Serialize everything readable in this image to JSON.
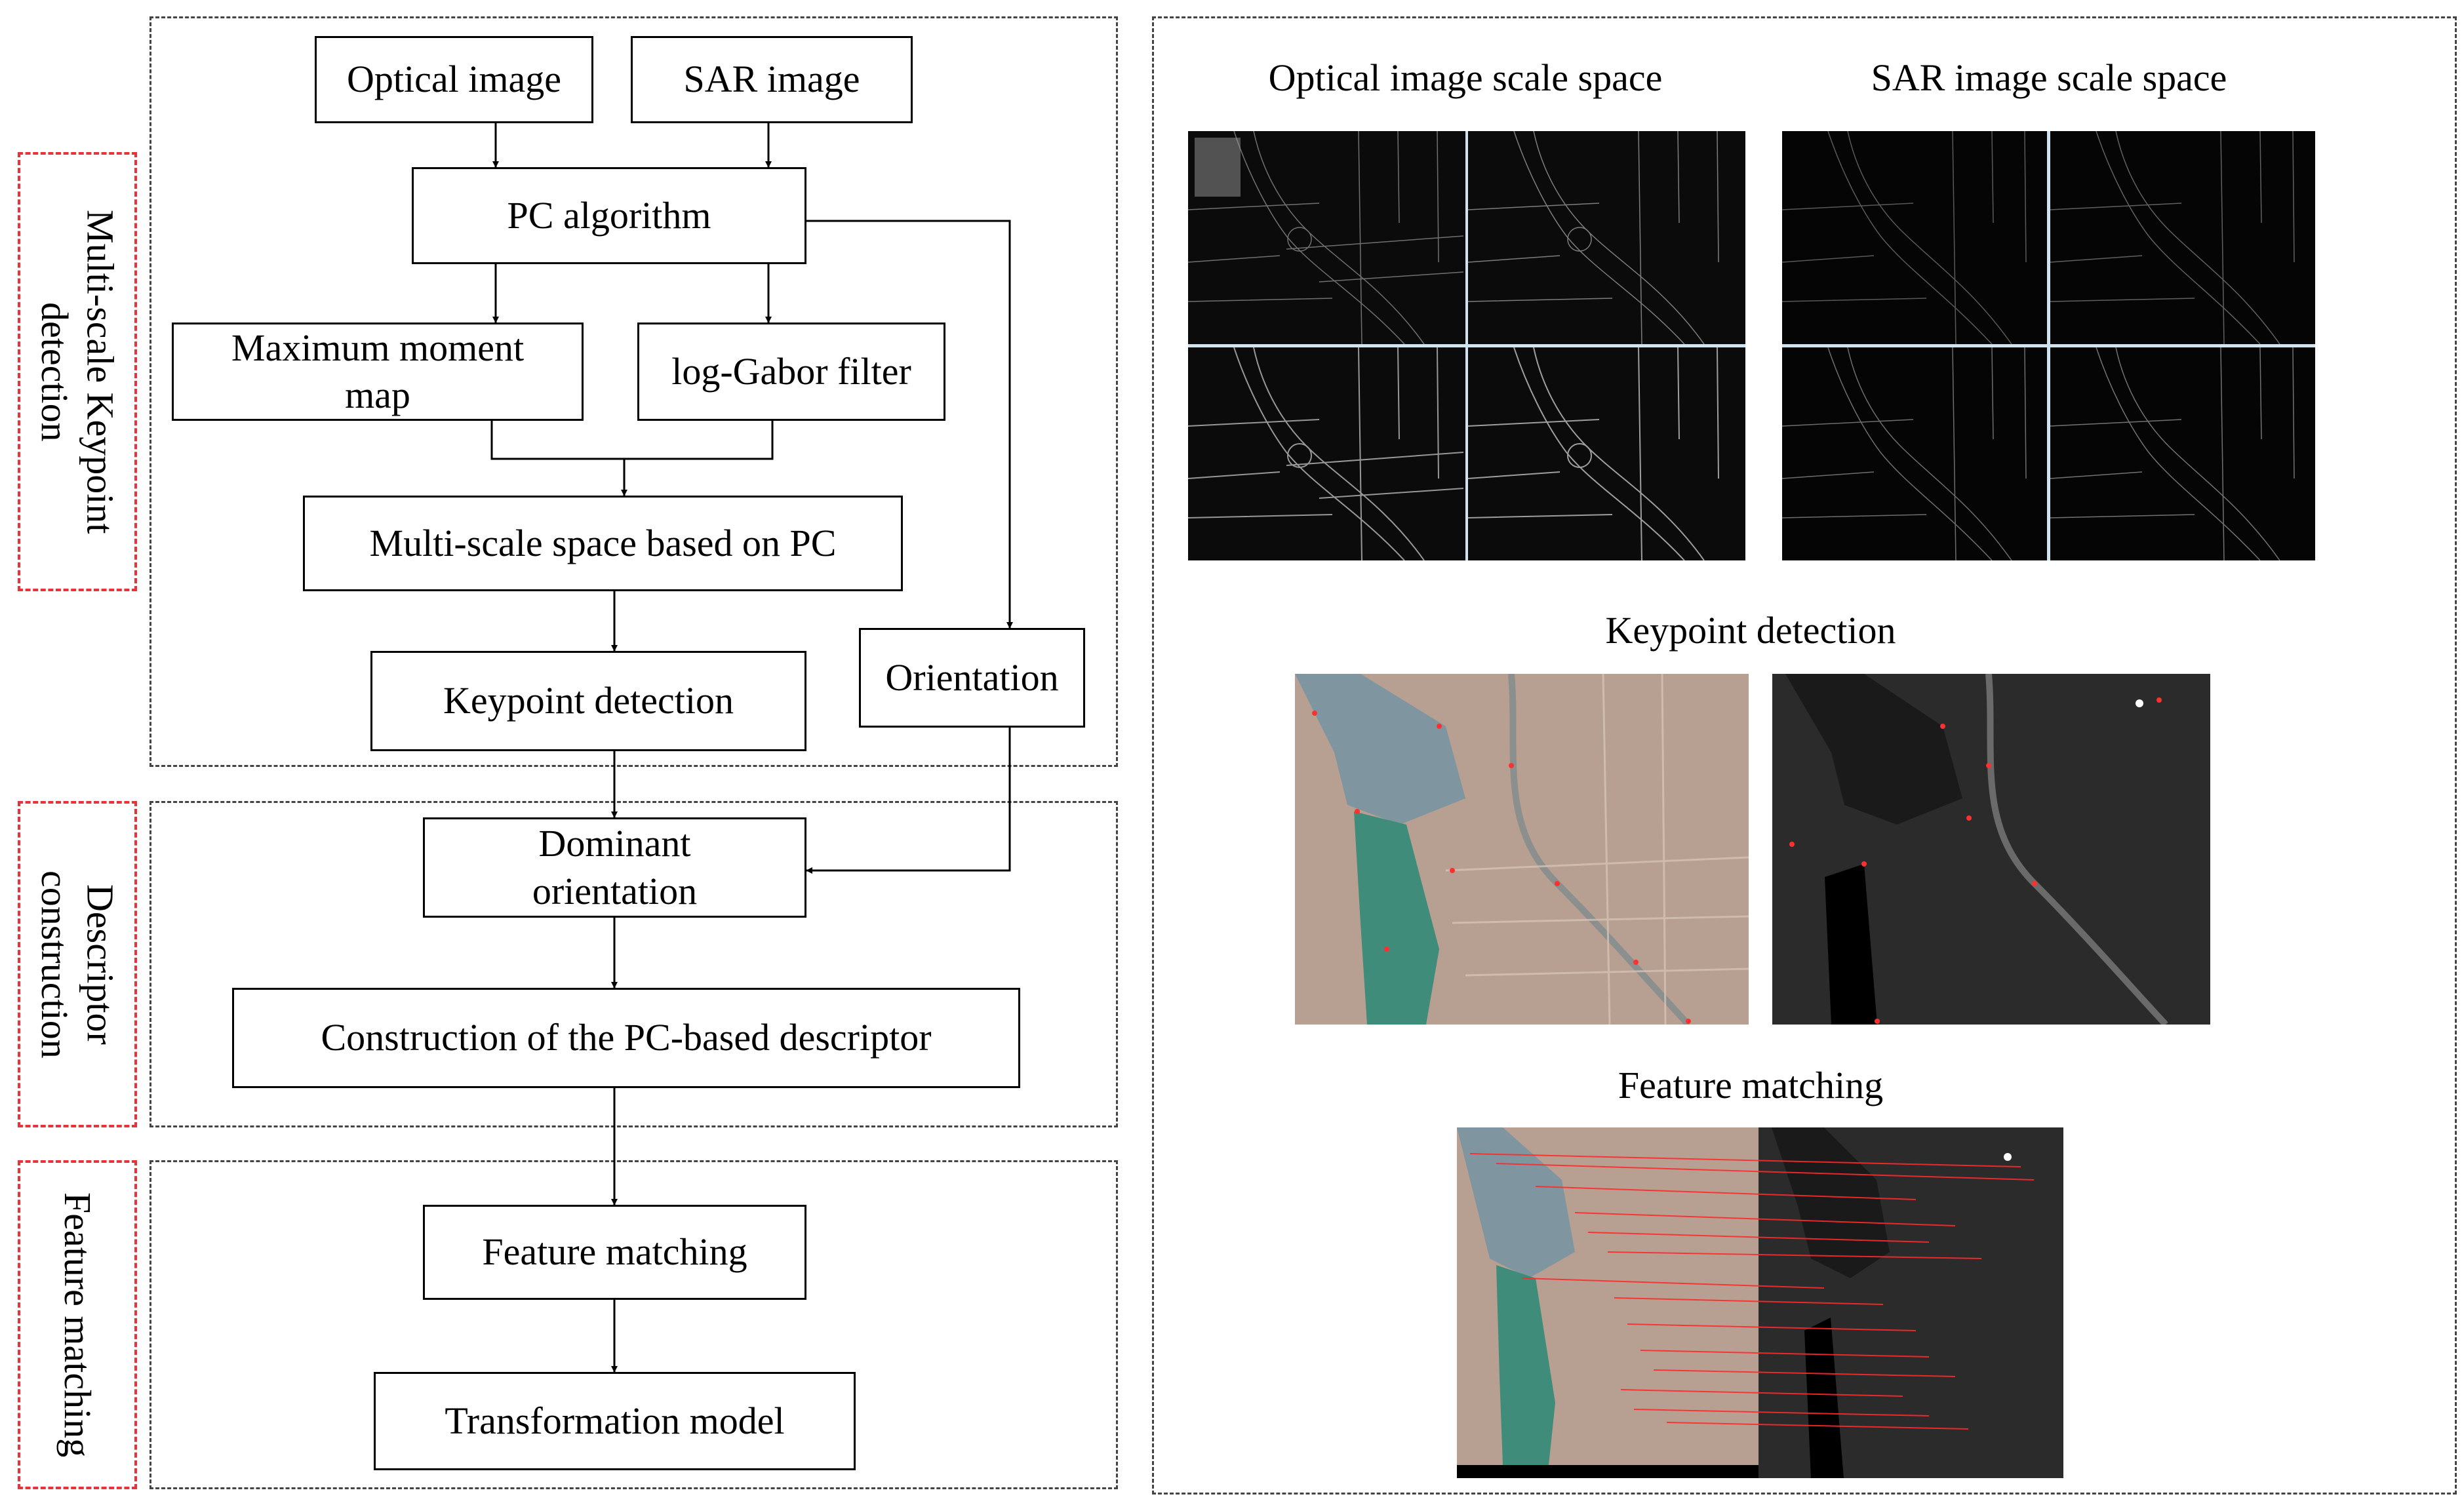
{
  "flowchart": {
    "stage_labels": {
      "detection": "Multi-scale Keypoint\ndetection",
      "descriptor": "Descriptor\nconstruction",
      "matching": "Feature matching"
    },
    "nodes": {
      "optical_image": "Optical image",
      "sar_image": "SAR image",
      "pc_algorithm": "PC algorithm",
      "maximum_moment_map": "Maximum moment map",
      "log_gabor_filter": "log-Gabor filter",
      "multiscale_space": "Multi-scale space based on PC",
      "keypoint_detection": "Keypoint detection",
      "orientation": "Orientation",
      "dominant_orientation": "Dominant orientation",
      "descriptor_construction": "Construction of the PC-based descriptor",
      "feature_matching": "Feature matching",
      "transformation_model": "Transformation model"
    }
  },
  "illustrations": {
    "optical_scale_space_title": "Optical image scale space",
    "sar_scale_space_title": "SAR image scale space",
    "keypoint_detection_title": "Keypoint detection",
    "feature_matching_title": "Feature matching"
  },
  "colors": {
    "stage_border": "#e8333a",
    "match_lines": "#ff2a2a",
    "keypoints": "#ff3030"
  }
}
